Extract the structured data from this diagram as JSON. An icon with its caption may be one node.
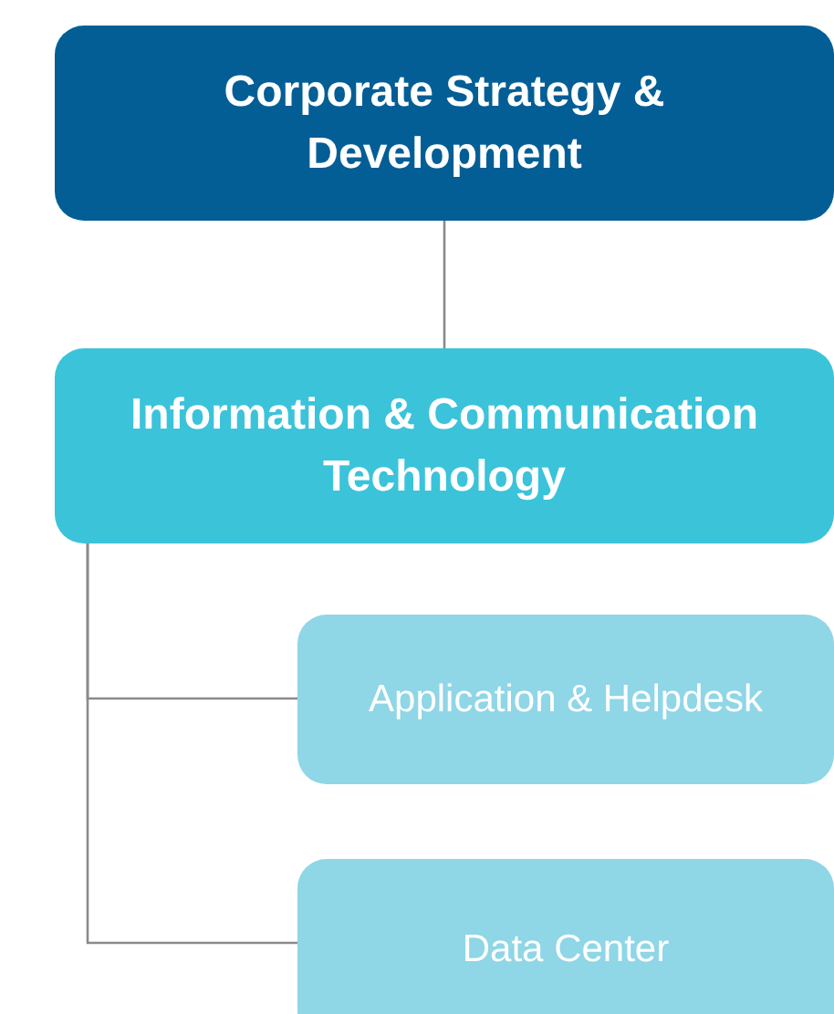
{
  "diagram": {
    "nodes": [
      {
        "text": [
          "Corporate Strategy & Development"
        ]
      },
      {
        "text": [
          "Information & Communication Technology"
        ]
      },
      {
        "text": [
          "Application & Helpdesk"
        ]
      },
      {
        "text": [
          "Data Center"
        ]
      }
    ],
    "edges": [
      {
        "from": 0,
        "to": 1,
        "arrow": "none"
      },
      {
        "from": 1,
        "to": 2,
        "arrow": "none"
      },
      {
        "from": 1,
        "to": 3,
        "arrow": "none"
      }
    ]
  }
}
